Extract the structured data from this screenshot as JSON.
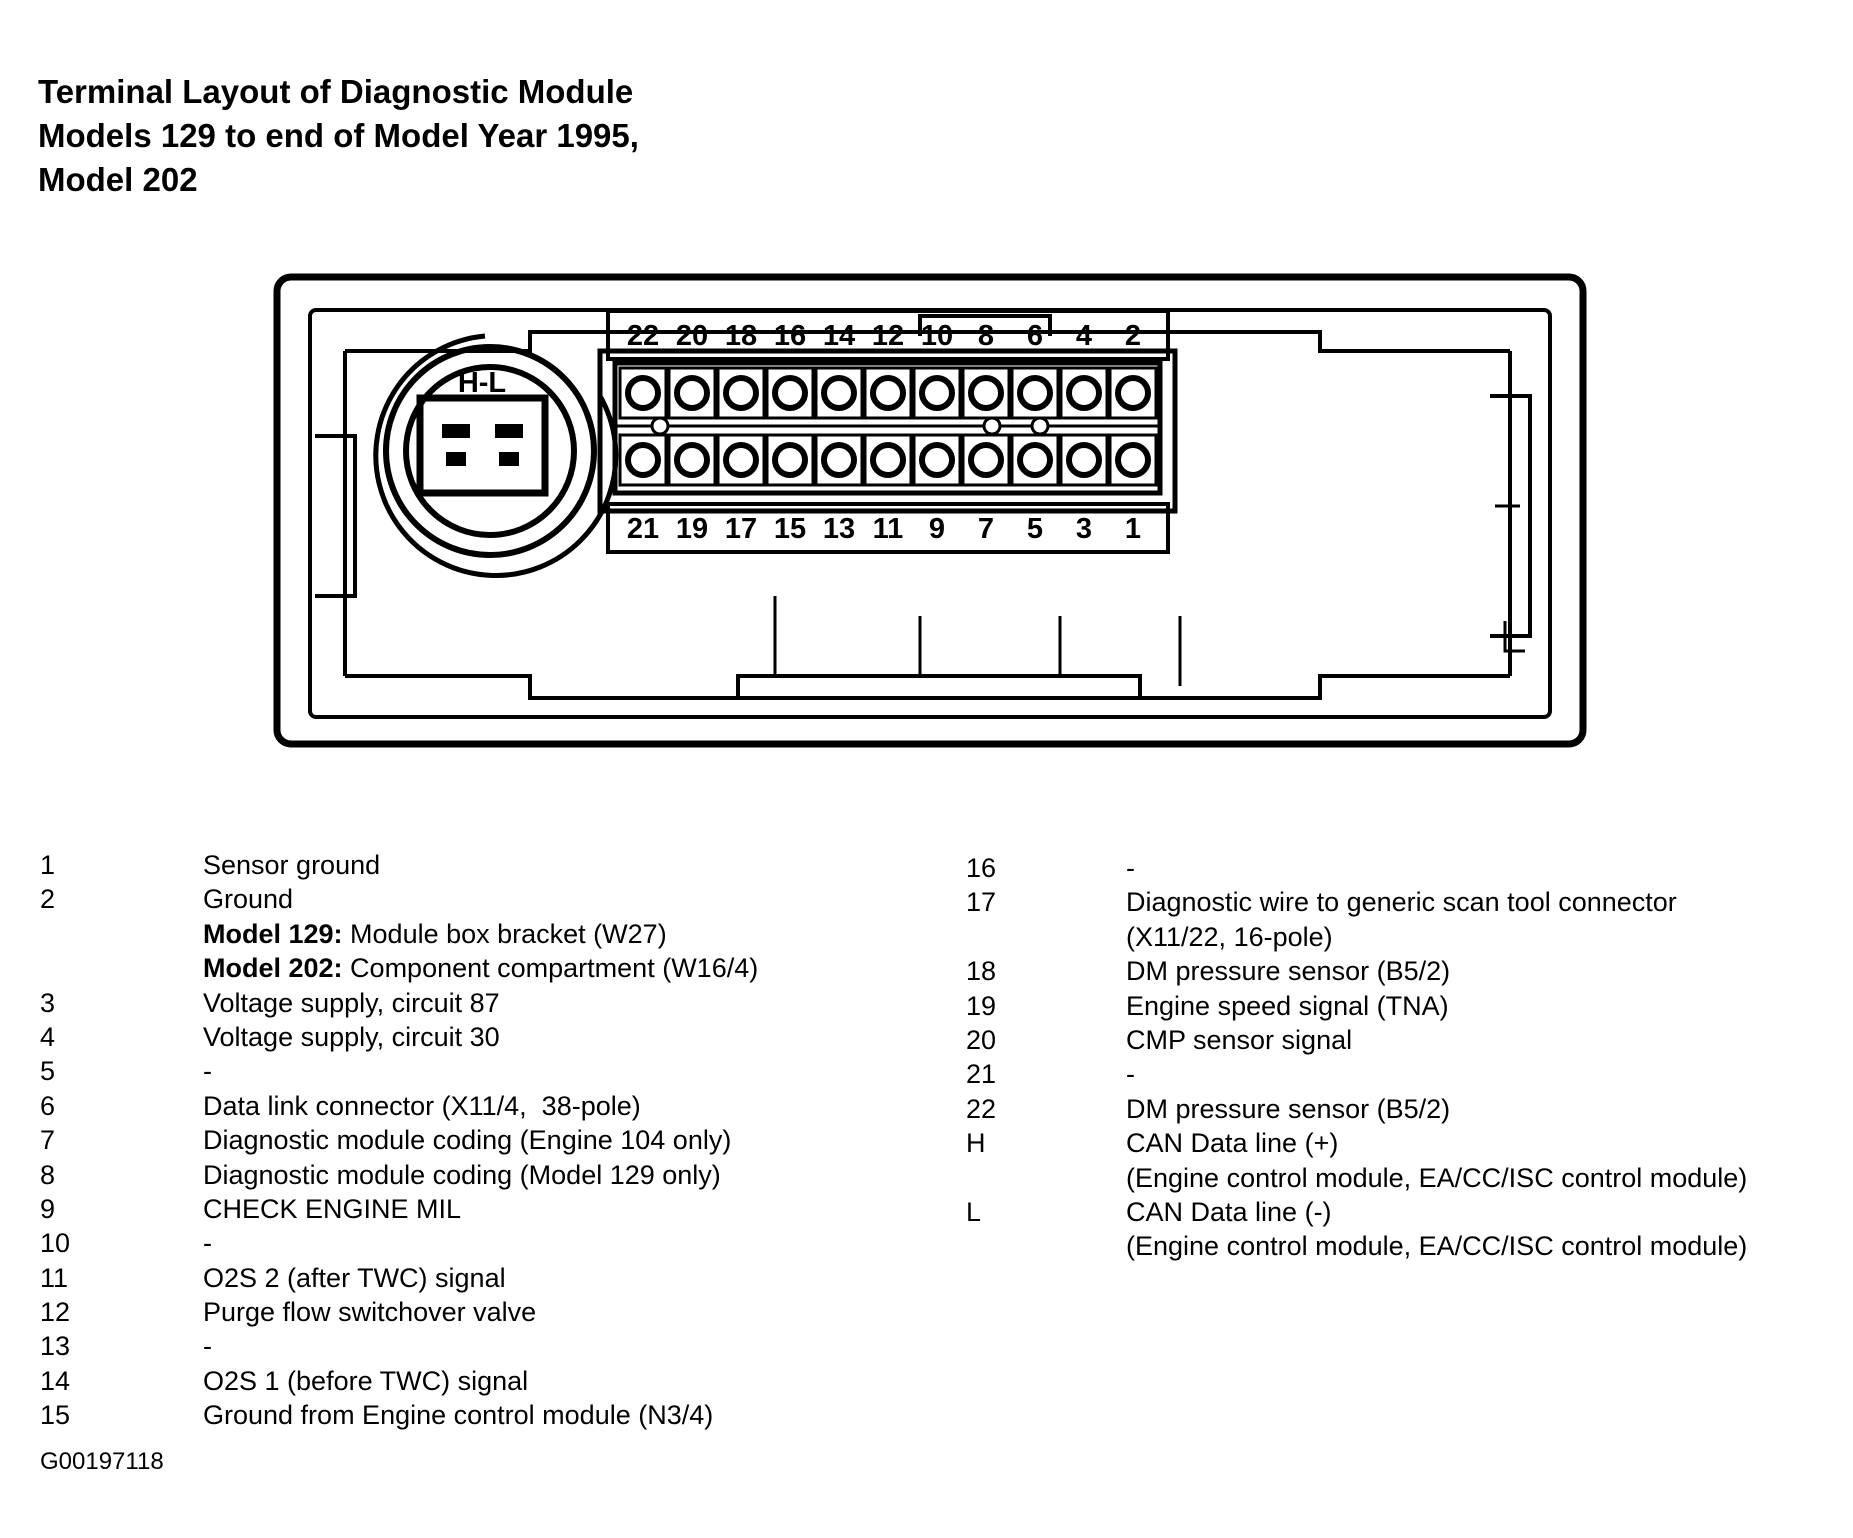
{
  "title": {
    "line1": "Terminal Layout of Diagnostic Module",
    "line2": "Models 129 to end of Model Year 1995,",
    "line3": "Model 202"
  },
  "connector": {
    "top_row_pins": [
      "22",
      "20",
      "18",
      "16",
      "14",
      "12",
      "10",
      "8",
      "6",
      "4",
      "2"
    ],
    "bottom_row_pins": [
      "21",
      "19",
      "17",
      "15",
      "13",
      "11",
      "9",
      "7",
      "5",
      "3",
      "1"
    ],
    "can_label": "H-L"
  },
  "left_list": [
    {
      "num": "1",
      "lines": [
        {
          "text": "Sensor ground"
        }
      ]
    },
    {
      "num": "2",
      "lines": [
        {
          "text": "Ground"
        },
        {
          "bold": "Model 129:",
          "text": " Module box bracket (W27)"
        },
        {
          "bold": "Model 202:",
          "text": " Component compartment (W16/4)"
        }
      ]
    },
    {
      "num": "3",
      "lines": [
        {
          "text": "Voltage supply, circuit 87"
        }
      ]
    },
    {
      "num": "4",
      "lines": [
        {
          "text": "Voltage supply, circuit 30"
        }
      ]
    },
    {
      "num": "5",
      "lines": [
        {
          "text": "-"
        }
      ]
    },
    {
      "num": "6",
      "lines": [
        {
          "text": "Data link connector (X11/4,  38-pole)"
        }
      ]
    },
    {
      "num": "7",
      "lines": [
        {
          "text": "Diagnostic module coding (Engine 104 only)"
        }
      ]
    },
    {
      "num": "8",
      "lines": [
        {
          "text": "Diagnostic module coding (Model 129 only)"
        }
      ]
    },
    {
      "num": "9",
      "lines": [
        {
          "text": "CHECK ENGINE MIL"
        }
      ]
    },
    {
      "num": "10",
      "lines": [
        {
          "text": "-"
        }
      ]
    },
    {
      "num": "11",
      "lines": [
        {
          "text": "O2S 2 (after TWC) signal"
        }
      ]
    },
    {
      "num": "12",
      "lines": [
        {
          "text": "Purge flow switchover valve"
        }
      ]
    },
    {
      "num": "13",
      "lines": [
        {
          "text": "-"
        }
      ]
    },
    {
      "num": "14",
      "lines": [
        {
          "text": "O2S 1 (before TWC) signal"
        }
      ]
    },
    {
      "num": "15",
      "lines": [
        {
          "text": "Ground from Engine control module (N3/4)"
        }
      ]
    }
  ],
  "right_list": [
    {
      "num": "16",
      "lines": [
        {
          "text": "-"
        }
      ]
    },
    {
      "num": "17",
      "lines": [
        {
          "text": "Diagnostic wire to generic scan tool connector"
        },
        {
          "text": "(X11/22, 16-pole)"
        }
      ]
    },
    {
      "num": "18",
      "lines": [
        {
          "text": "DM pressure sensor (B5/2)"
        }
      ]
    },
    {
      "num": "19",
      "lines": [
        {
          "text": "Engine speed signal (TNA)"
        }
      ]
    },
    {
      "num": "20",
      "lines": [
        {
          "text": "CMP sensor signal"
        }
      ]
    },
    {
      "num": "21",
      "lines": [
        {
          "text": "-"
        }
      ]
    },
    {
      "num": "22",
      "lines": [
        {
          "text": "DM pressure sensor (B5/2)"
        }
      ]
    },
    {
      "num": "H",
      "lines": [
        {
          "text": "CAN Data line (+)"
        },
        {
          "text": "(Engine control module, EA/CC/ISC control module)"
        }
      ]
    },
    {
      "num": "L",
      "lines": [
        {
          "text": "CAN Data line (-)"
        },
        {
          "text": "(Engine control module, EA/CC/ISC control module)"
        }
      ]
    }
  ],
  "figure_id": "G00197118"
}
